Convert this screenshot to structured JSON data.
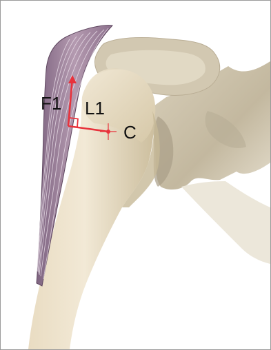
{
  "labels": {
    "force": "F1",
    "lever_arm": "L1",
    "center": "C"
  },
  "colors": {
    "annotation": "#e8323c",
    "muscle": "#a88aa3",
    "muscle_dark": "#6f5570",
    "bone_light": "#eee3cc",
    "bone_mid": "#d8ccb0",
    "bone_shadow": "#a99e88",
    "frame": "#9a9a9a"
  }
}
